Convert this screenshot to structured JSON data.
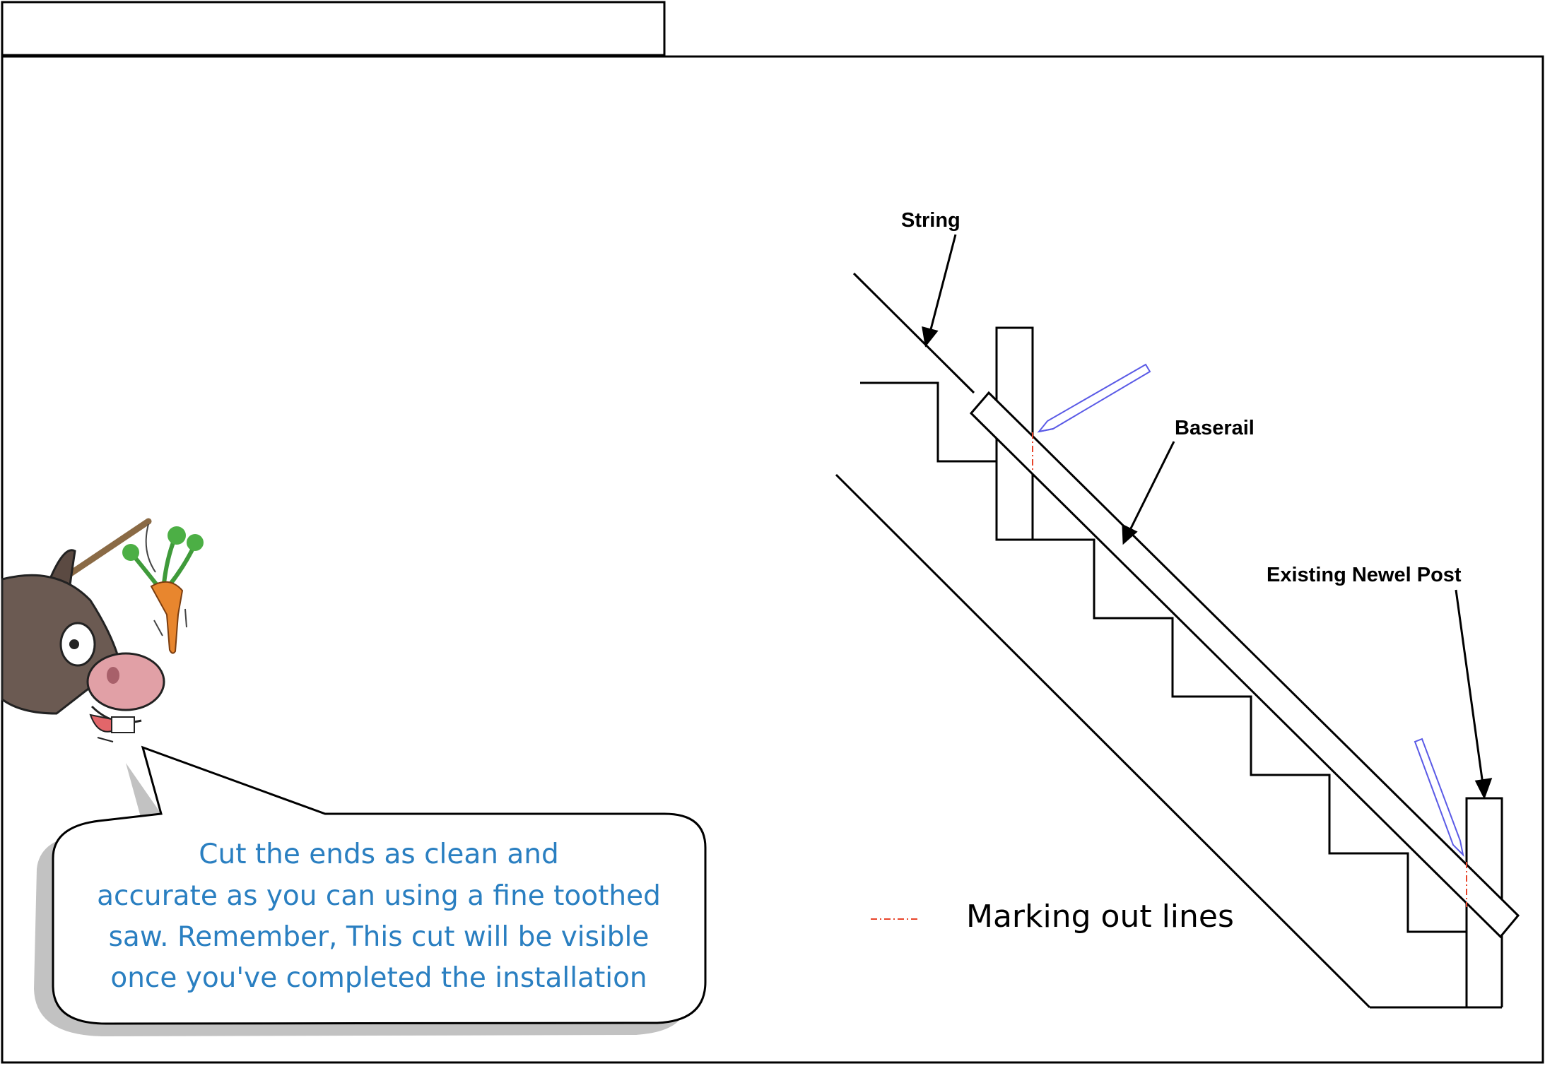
{
  "title_tab": {
    "text": ""
  },
  "labels": {
    "string": "String",
    "baserail": "Baserail",
    "existing_newel_post": "Existing Newel Post"
  },
  "legend": {
    "marking_out_lines": "Marking out lines"
  },
  "speech_bubble": {
    "lines": [
      "Cut the ends as clean and",
      "accurate as you can using a fine toothed",
      "saw. Remember, This cut will be visible",
      "once you've completed the installation"
    ]
  },
  "colors": {
    "line": "#000000",
    "marking": "#e8442a",
    "pencil": "#5a5ae6",
    "bubble_text": "#2a7fc1",
    "shadow": "#c2c2c2"
  },
  "icons": [
    "donkey-mascot-icon",
    "carrot-icon",
    "pencil-icon"
  ]
}
